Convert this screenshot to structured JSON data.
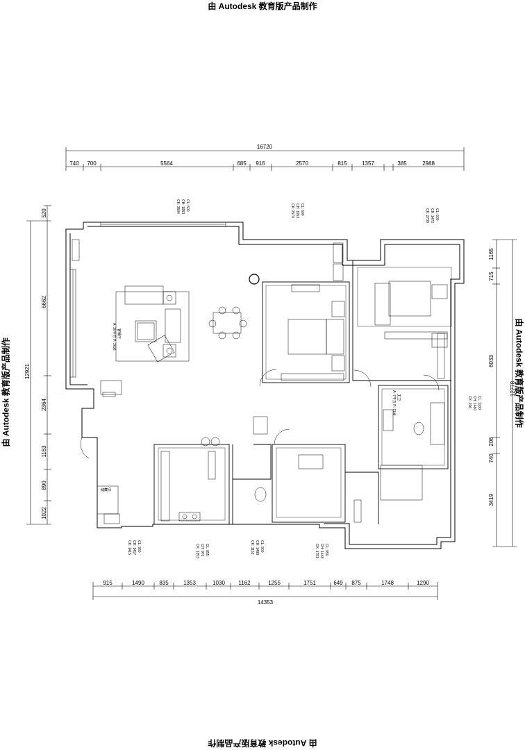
{
  "watermark": "由 Autodesk 教育版产品制作",
  "dims": {
    "top_total": "16720",
    "top": [
      "740",
      "700",
      "5564",
      "685",
      "916",
      "2570",
      "815",
      "1357",
      "385",
      "2988"
    ],
    "bottom_total": "14353",
    "bottom": [
      "915",
      "1490",
      "835",
      "1353",
      "1030",
      "1162",
      "1255",
      "1751",
      "649",
      "875",
      "1748",
      "1290"
    ],
    "left_total": "12921",
    "left": [
      "520",
      "6662",
      "2364",
      "1163",
      "890",
      "1022"
    ],
    "right_total": "12778",
    "right": [
      "1165",
      "715",
      "6033",
      "206",
      "740",
      "3419"
    ]
  },
  "rooms": {
    "living": "客餐厅",
    "living_note": "A: 30平方\nP: 26米",
    "master_bath": "主卫",
    "master_bath_note": "A: 7平方\nP: 11米",
    "storage": "储藏间"
  },
  "ceiling_notes": {
    "living_top": [
      "CK: 3584",
      "CH: 1953",
      "CL: 600"
    ],
    "bed_top": [
      "CK: 2570",
      "CH: 1953",
      "CL: 600"
    ],
    "master_top": [
      "CK: 2738",
      "CH: 1472",
      "CL: 600"
    ],
    "bath_right": [
      "CK: 206",
      "CH: 1460",
      "CL: 1100"
    ],
    "b1": [
      "CK: 1415",
      "CH: 1417",
      "CL: 950"
    ],
    "b2": [
      "CK: 1353",
      "CH: 970",
      "CL: 855"
    ],
    "b3": [
      "CK: 1162",
      "CH: 1488",
      "CL: 900"
    ],
    "b4": [
      "CK: 1751",
      "CH: 1448",
      "CL: 950"
    ]
  }
}
